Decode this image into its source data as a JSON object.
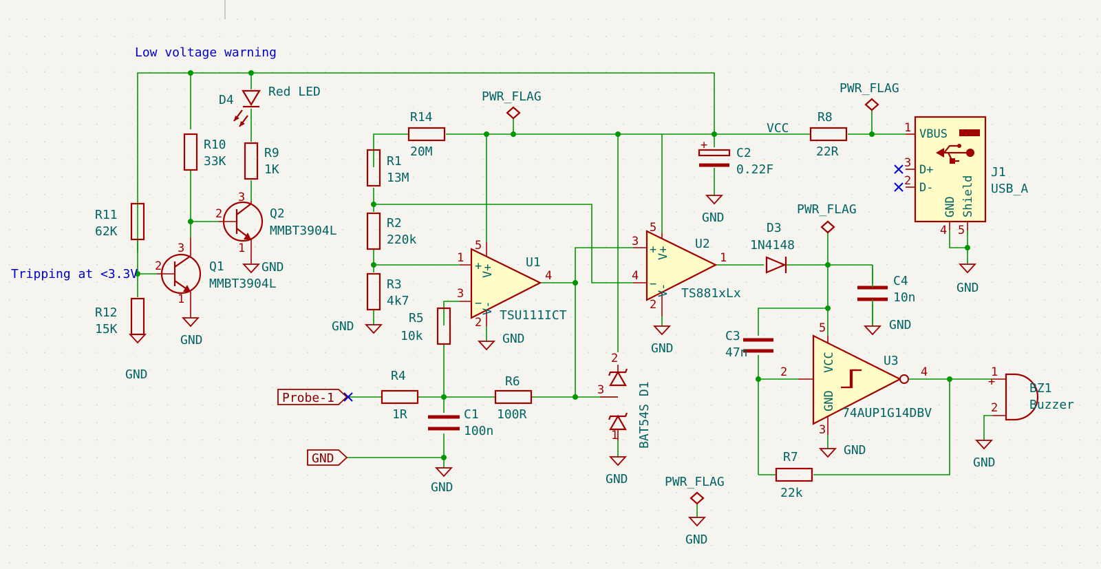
{
  "notes": {
    "low_voltage": "Low voltage warning",
    "tripping": "Tripping at <3.3V"
  },
  "labels": {
    "probe": "Probe-1",
    "gnd_port": "GND",
    "vcc_net": "VCC"
  },
  "flags": {
    "pwr_flag": "PWR_FLAG",
    "gnd": "GND"
  },
  "parts": {
    "R1": {
      "ref": "R1",
      "value": "13M"
    },
    "R2": {
      "ref": "R2",
      "value": "220k"
    },
    "R3": {
      "ref": "R3",
      "value": "4k7"
    },
    "R4": {
      "ref": "R4",
      "value": "1R"
    },
    "R5": {
      "ref": "R5",
      "value": "10k"
    },
    "R6": {
      "ref": "R6",
      "value": "100R"
    },
    "R7": {
      "ref": "R7",
      "value": "22k"
    },
    "R8": {
      "ref": "R8",
      "value": "22R"
    },
    "R9": {
      "ref": "R9",
      "value": "1K"
    },
    "R10": {
      "ref": "R10",
      "value": "33K"
    },
    "R11": {
      "ref": "R11",
      "value": "62K"
    },
    "R12": {
      "ref": "R12",
      "value": "15K"
    },
    "R14": {
      "ref": "R14",
      "value": "20M"
    },
    "C1": {
      "ref": "C1",
      "value": "100n"
    },
    "C2": {
      "ref": "C2",
      "value": "0.22F"
    },
    "C3": {
      "ref": "C3",
      "value": "47n"
    },
    "C4": {
      "ref": "C4",
      "value": "10n"
    },
    "D1": {
      "ref": "BAT54S D1"
    },
    "D3": {
      "ref": "D3",
      "value": "1N4148"
    },
    "D4": {
      "ref": "D4",
      "value": "Red LED"
    },
    "Q1": {
      "ref": "Q1",
      "value": "MMBT3904L"
    },
    "Q2": {
      "ref": "Q2",
      "value": "MMBT3904L"
    },
    "U1": {
      "ref": "U1",
      "value": "TSU111ICT"
    },
    "U2": {
      "ref": "U2",
      "value": "TS881xLx"
    },
    "U3": {
      "ref": "U3",
      "value": "74AUP1G14DBV"
    },
    "J1": {
      "ref": "J1",
      "value": "USB_A"
    },
    "BZ1": {
      "ref": "BZ1",
      "value": "Buzzer"
    }
  },
  "pin_text": {
    "vplus": "V+",
    "vminus": "V-",
    "vbus": "VBUS",
    "dplus": "D+",
    "dminus": "D-",
    "gnd": "GND",
    "shield": "Shield",
    "vcc": "VCC",
    "plus": "+",
    "minus": "−",
    "p1": "1",
    "p2": "2",
    "p3": "3",
    "p4": "4",
    "p5": "5"
  },
  "colors": {
    "wire": "#009600",
    "body": "#a00000",
    "fill": "#fffcc8",
    "text": "#006464",
    "note": "#0000c8"
  }
}
